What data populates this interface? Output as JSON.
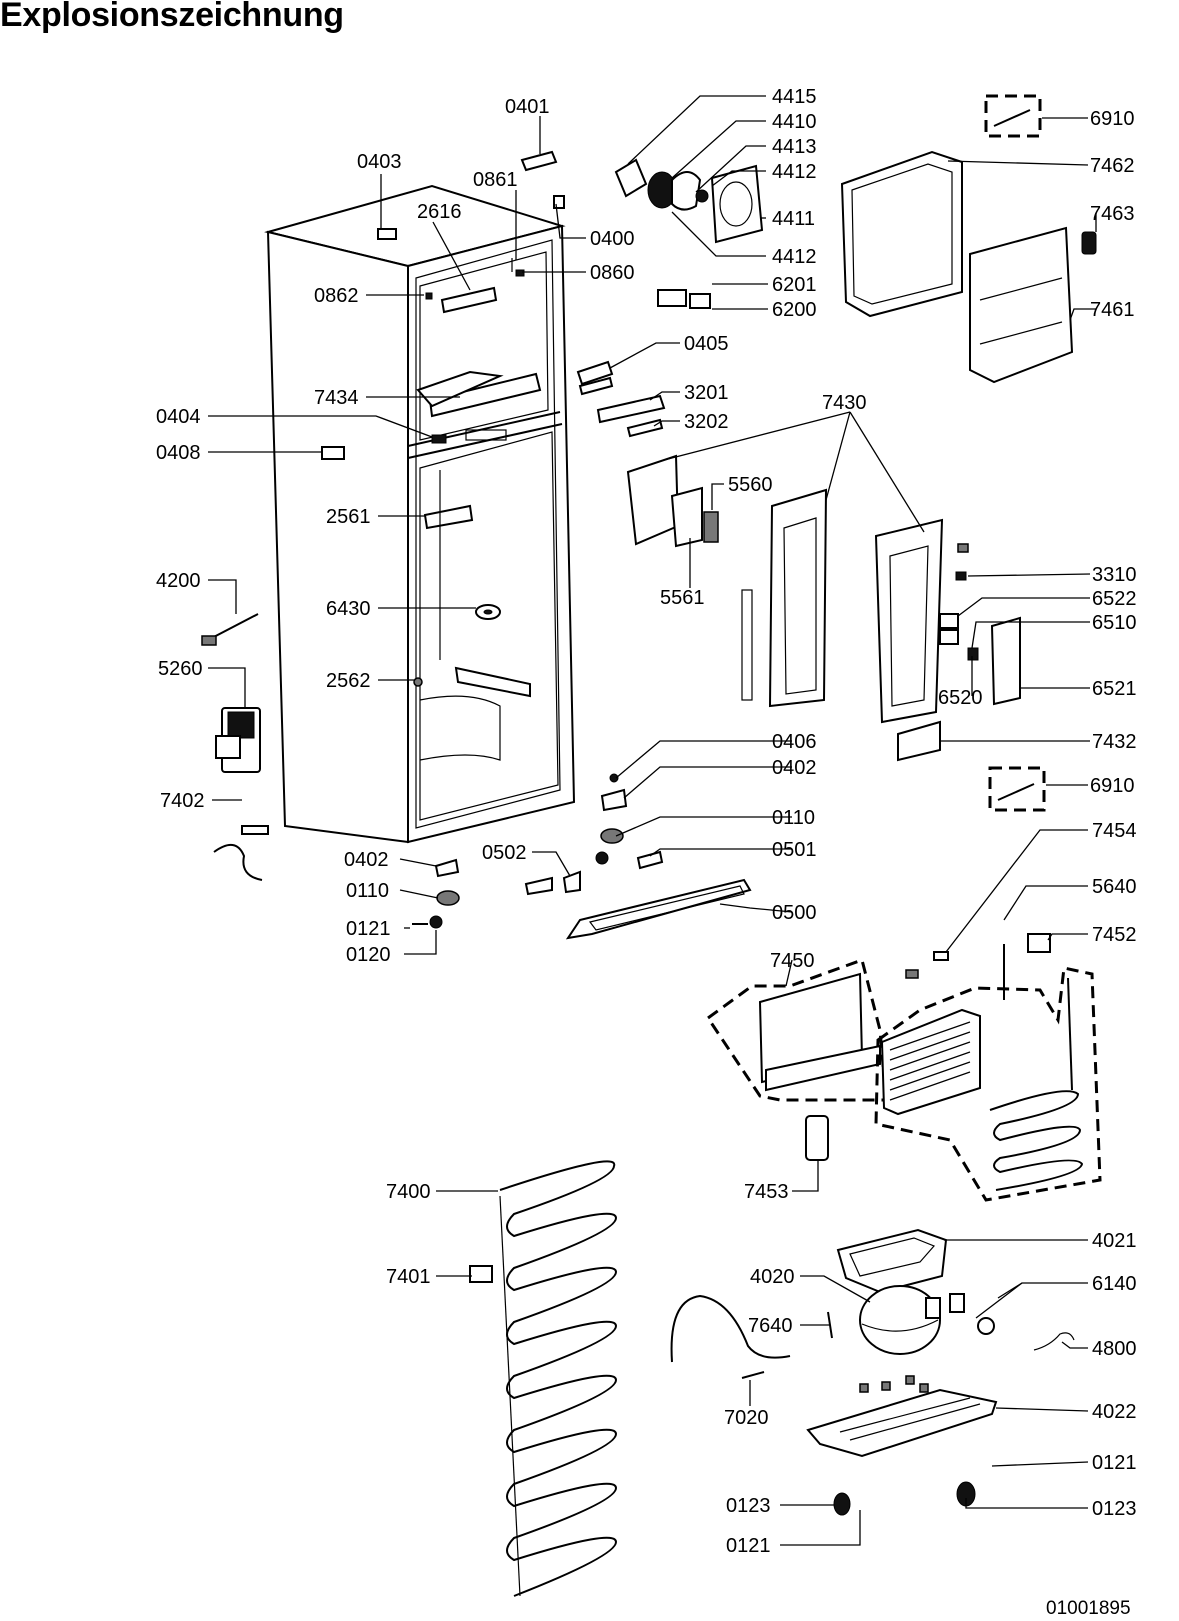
{
  "title": "Explosionszeichnung",
  "document_number": "01001895",
  "part_labels": {
    "p0401": "0401",
    "p0403": "0403",
    "p0861": "0861",
    "p2616": "2616",
    "p0400": "0400",
    "p0860": "0860",
    "p0862": "0862",
    "p7434": "7434",
    "p0404": "0404",
    "p0408": "0408",
    "p2561": "2561",
    "p4200": "4200",
    "p6430": "6430",
    "p5260": "5260",
    "p2562": "2562",
    "p7402": "7402",
    "p4415": "4415",
    "p4410": "4410",
    "p4413": "4413",
    "p4412a": "4412",
    "p4411": "4411",
    "p4412b": "4412",
    "p6910a": "6910",
    "p7462": "7462",
    "p7463": "7463",
    "p6201": "6201",
    "p6200": "6200",
    "p7461": "7461",
    "p0405": "0405",
    "p3201": "3201",
    "p3202": "3202",
    "p7430": "7430",
    "p5560": "5560",
    "p5561": "5561",
    "p3310": "3310",
    "p6522": "6522",
    "p6510": "6510",
    "p6520": "6520",
    "p6521": "6521",
    "p7432": "7432",
    "p0406": "0406",
    "p0402a": "0402",
    "p6910b": "6910",
    "p0110a": "0110",
    "p0501": "0501",
    "p0402b": "0402",
    "p0502": "0502",
    "p0110b": "0110",
    "p0500": "0500",
    "p0121a": "0121",
    "p0120": "0120",
    "p7454": "7454",
    "p5640": "5640",
    "p7452": "7452",
    "p7450": "7450",
    "p7453": "7453",
    "p7400": "7400",
    "p7401": "7401",
    "p4021": "4021",
    "p4020": "4020",
    "p6140": "6140",
    "p7640": "7640",
    "p4800": "4800",
    "p7020": "7020",
    "p4022": "4022",
    "p0121b": "0121",
    "p0123a": "0123",
    "p0123b": "0123",
    "p0121c": "0121"
  }
}
